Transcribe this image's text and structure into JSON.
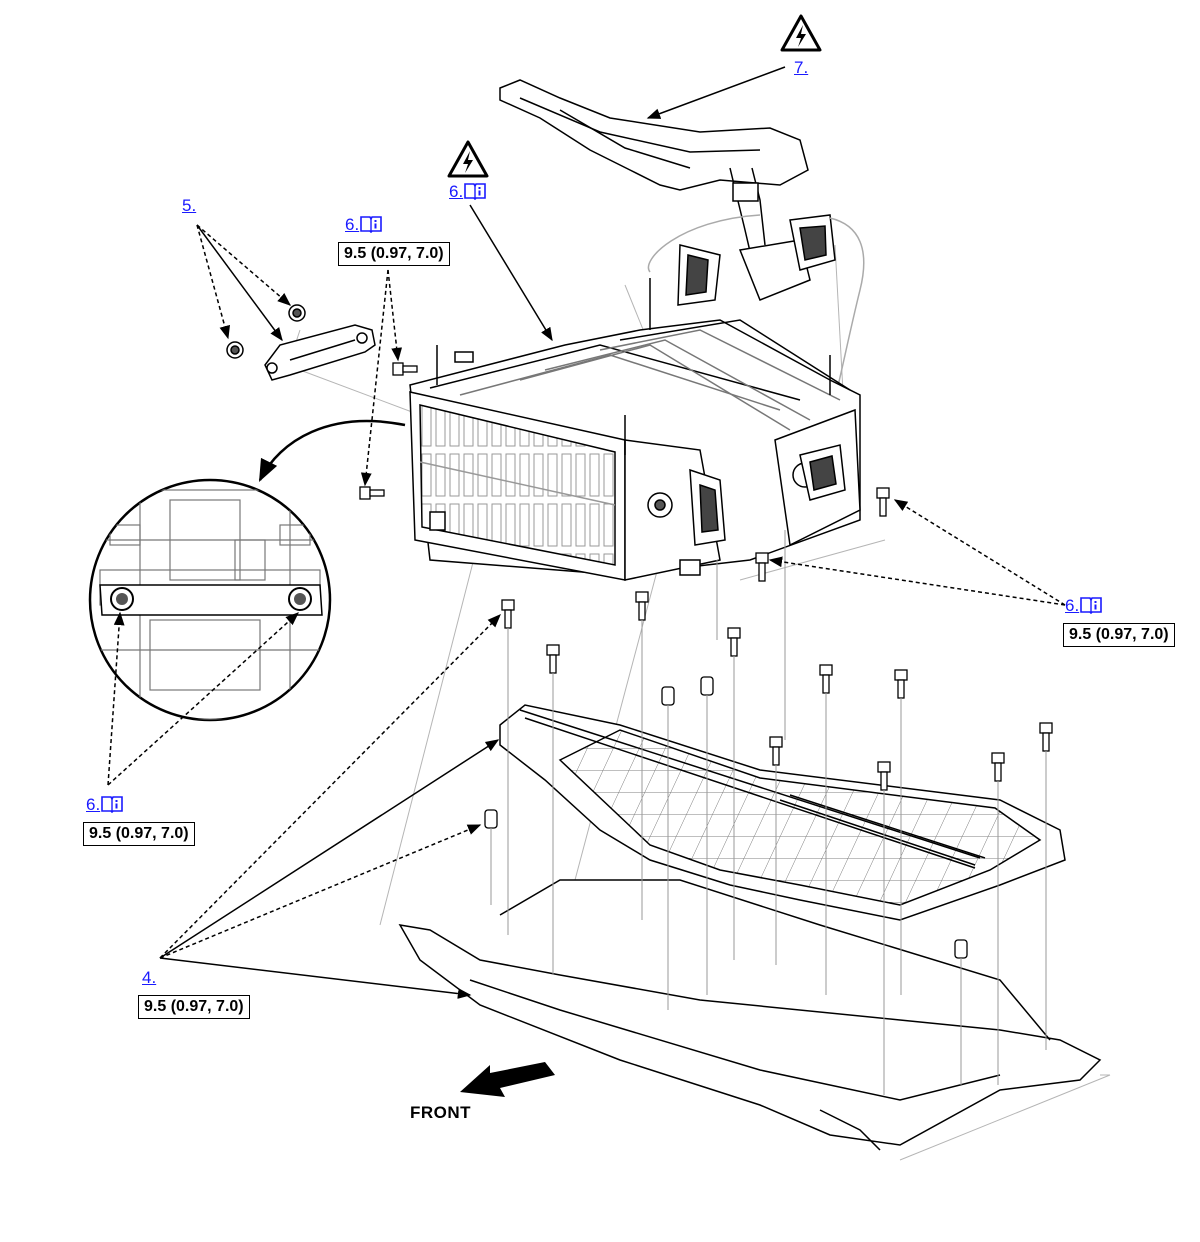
{
  "callouts": {
    "c7": "7.",
    "c6_top": "6.",
    "c5": "5.",
    "c6_bracket": "6.",
    "c6_right": "6.",
    "c6_left": "6.",
    "c4": "4."
  },
  "specs": {
    "bracket": "9.5 (0.97, 7.0)",
    "right": "9.5 (0.97, 7.0)",
    "left": "9.5 (0.97, 7.0)",
    "bottom": "9.5 (0.97, 7.0)"
  },
  "front_label": "FRONT",
  "icons": {
    "warning": "high-voltage-warning-icon",
    "manual": "service-manual-book-icon",
    "arrow": "front-direction-arrow"
  },
  "colors": {
    "link": "#1a1aff",
    "line": "#000000",
    "faint": "#9a9a9a"
  }
}
